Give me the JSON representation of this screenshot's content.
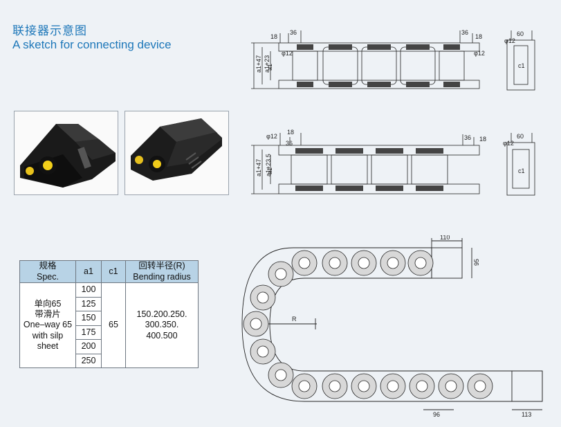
{
  "header": {
    "title_cn": "联接器示意图",
    "title_en": "A sketch for connecting device"
  },
  "drawings": {
    "top": {
      "dims": [
        "18",
        "36",
        "36",
        "18",
        "60",
        "a1+47",
        "a1+23",
        "a1",
        "c1"
      ],
      "dia": [
        "φ12",
        "φ12",
        "φ12"
      ]
    },
    "middle": {
      "dims": [
        "18",
        "36",
        "36",
        "18",
        "60",
        "a1+47",
        "a1+23.5",
        "a1",
        "c1"
      ],
      "dia": [
        "φ12",
        "φ12"
      ]
    },
    "chain": {
      "dims": [
        "110",
        "95",
        "R",
        "96",
        "113"
      ]
    }
  },
  "spec_table": {
    "headers": {
      "spec": [
        "规格",
        "Spec."
      ],
      "a1": "a1",
      "c1": "c1",
      "radius": [
        "回转半径(R)",
        "Bending radius"
      ]
    },
    "spec_text": [
      "单向65",
      "带滑片",
      "One–way 65",
      "with silp",
      "sheet"
    ],
    "a1_values": [
      "100",
      "125",
      "150",
      "175",
      "200",
      "250"
    ],
    "c1_value": "65",
    "radius_values": [
      "150.200.250.",
      "300.350.",
      "400.500"
    ]
  }
}
